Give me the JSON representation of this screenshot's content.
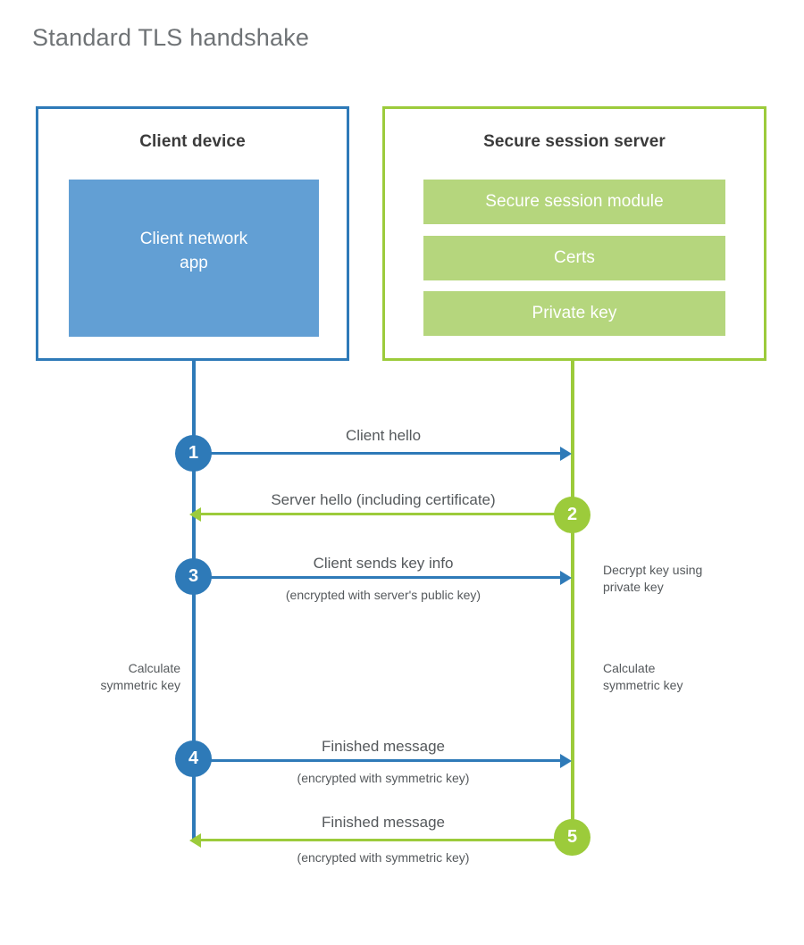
{
  "title": "Standard TLS handshake",
  "colors": {
    "client_blue": "#2e7ab8",
    "client_app_fill": "#629fd4",
    "server_green": "#9ccb3b",
    "server_bar_fill": "#b5d67d",
    "text_gray": "#55595c",
    "title_gray": "#6f7376",
    "heading_dark": "#3b3b3b",
    "background": "#ffffff"
  },
  "client": {
    "title": "Client device",
    "app_label": "Client network\napp"
  },
  "server": {
    "title": "Secure session server",
    "components": [
      {
        "label": "Secure session module"
      },
      {
        "label": "Certs"
      },
      {
        "label": "Private key"
      }
    ]
  },
  "steps": [
    {
      "number": "1",
      "label": "Client hello",
      "sublabel": "",
      "direction": "client-to-server",
      "color": "blue"
    },
    {
      "number": "2",
      "label": "Server hello (including certificate)",
      "sublabel": "",
      "direction": "server-to-client",
      "color": "green"
    },
    {
      "number": "3",
      "label": "Client sends key info",
      "sublabel": "(encrypted with server's public key)",
      "direction": "client-to-server",
      "color": "blue"
    },
    {
      "number": "4",
      "label": "Finished message",
      "sublabel": "(encrypted with symmetric key)",
      "direction": "client-to-server",
      "color": "blue"
    },
    {
      "number": "5",
      "label": "Finished message",
      "sublabel": "(encrypted with symmetric key)",
      "direction": "server-to-client",
      "color": "green"
    }
  ],
  "annotations": {
    "decrypt_key": "Decrypt key using\nprivate key",
    "client_calculate": "Calculate\nsymmetric key",
    "server_calculate": "Calculate\nsymmetric key"
  }
}
